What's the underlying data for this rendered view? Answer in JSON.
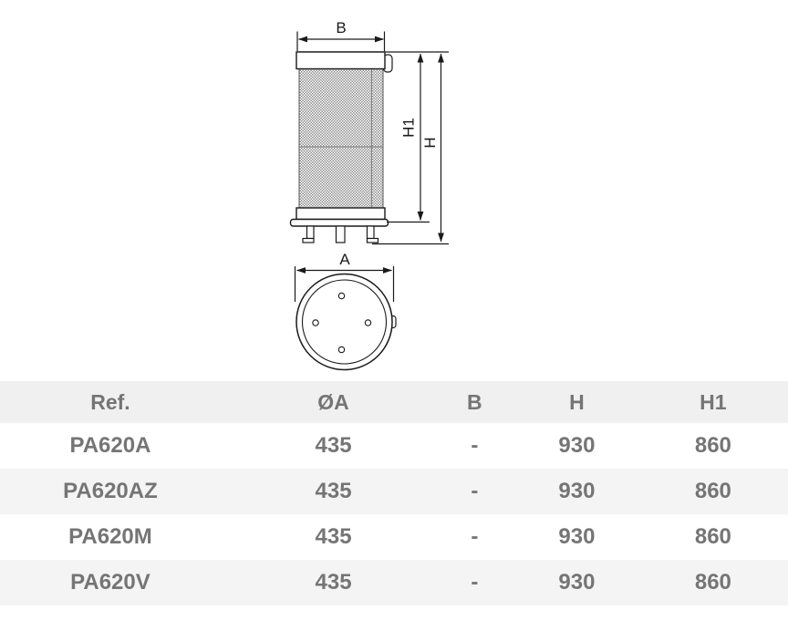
{
  "diagram": {
    "labels": {
      "b": "B",
      "h1": "H1",
      "h": "H",
      "a": "A"
    }
  },
  "table": {
    "columns": [
      "Ref.",
      "ØA",
      "B",
      "H",
      "H1"
    ],
    "rows": [
      {
        "ref": "PA620A",
        "oa": "435",
        "b": "-",
        "h": "930",
        "h1": "860"
      },
      {
        "ref": "PA620AZ",
        "oa": "435",
        "b": "-",
        "h": "930",
        "h1": "860"
      },
      {
        "ref": "PA620M",
        "oa": "435",
        "b": "-",
        "h": "930",
        "h1": "860"
      },
      {
        "ref": "PA620V",
        "oa": "435",
        "b": "-",
        "h": "930",
        "h1": "860"
      }
    ]
  },
  "colors": {
    "table_header_bg": "#f0f0f1",
    "table_row_alt_bg": "#f4f4f4",
    "table_text": "#757575",
    "line": "#1a1a1a"
  }
}
